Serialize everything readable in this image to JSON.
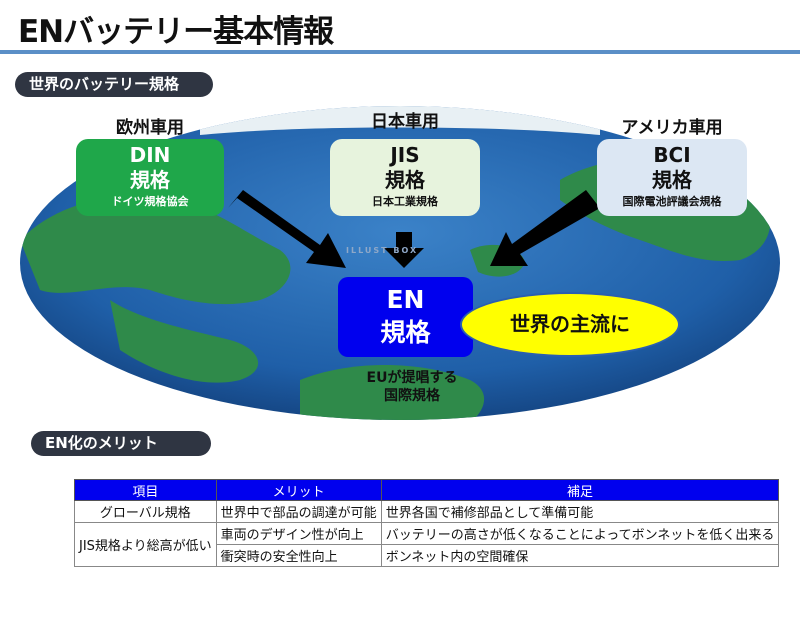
{
  "title": "ENバッテリー基本情報",
  "section1": {
    "label": "世界のバッテリー規格"
  },
  "regions": [
    {
      "label": "欧州車用"
    },
    {
      "label": "日本車用"
    },
    {
      "label": "アメリカ車用"
    }
  ],
  "standards": {
    "din": {
      "name": "DIN",
      "type": "規格",
      "org": "ドイツ規格協会"
    },
    "jis": {
      "name": "JIS",
      "type": "規格",
      "org": "日本工業規格"
    },
    "bci": {
      "name": "BCI",
      "type": "規格",
      "org": "国際電池評議会規格"
    },
    "en": {
      "name": "EN",
      "type": "規格"
    }
  },
  "mainstream": "世界の主流に",
  "en_caption": {
    "line1": "EUが提唱する",
    "line2": "国際規格"
  },
  "watermark": "ILLUST BOX",
  "section2": {
    "label": "EN化のメリット"
  },
  "table": {
    "headers": [
      "項目",
      "メリット",
      "補足"
    ],
    "rows": [
      {
        "item": "グローバル規格",
        "merit": "世界中で部品の調達が可能",
        "note": "世界各国で補修部品として準備可能"
      },
      {
        "item": "JIS規格より総高が低い",
        "merit": "車両のデザイン性が向上",
        "note": "バッテリーの高さが低くなることによってボンネットを低く出来る"
      },
      {
        "merit": "衝突時の安全性向上",
        "note": "ボンネット内の空間確保"
      }
    ]
  },
  "colors": {
    "accent_blue": "#0000ee",
    "din_green": "#1fa74a",
    "highlight_yellow": "#ffff00",
    "pill_dark": "#2f3542"
  }
}
